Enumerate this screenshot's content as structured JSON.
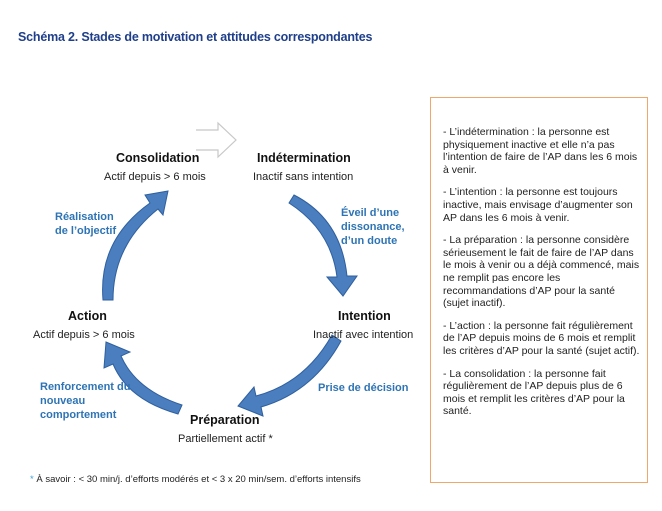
{
  "title": "Schéma 2. Stades de motivation et attitudes correspondantes",
  "stages": {
    "indetermination": {
      "name": "Indétermination",
      "desc": "Inactif sans intention"
    },
    "intention": {
      "name": "Intention",
      "desc": "Inactif avec intention"
    },
    "preparation": {
      "name": "Préparation",
      "desc": "Partiellement actif *"
    },
    "action": {
      "name": "Action",
      "desc": "Actif depuis > 6 mois"
    },
    "consolidation": {
      "name": "Consolidation",
      "desc": "Actif depuis > 6 mois"
    }
  },
  "transitions": {
    "eveil": [
      "Éveil d’une",
      "dissonance,",
      "d’un doute"
    ],
    "decision": [
      "Prise de décision"
    ],
    "renforcement": [
      "Renforcement du",
      "nouveau",
      "comportement"
    ],
    "realisation": [
      "Réalisation",
      "de l’objectif"
    ]
  },
  "footnote": {
    "star": "*",
    "text": " À savoir : < 30 min/j. d’efforts modérés et < 3 x 20 min/sem. d’efforts intensifs"
  },
  "panel": {
    "items": [
      "- L’indétermination : la personne  est physiquement inactive et elle n’a pas l’intention de faire de l’AP dans les 6 mois à venir.",
      "- L’intention : la personne est toujours inactive, mais envisage d’augmenter son AP dans les 6 mois à venir.",
      "- La préparation : la personne considère sérieusement le fait de faire de l’AP dans le mois à venir ou a déjà commencé, mais ne remplit pas encore les recommandations d’AP pour la santé (sujet inactif).",
      "- L’action : la personne fait régulièrement de l’AP depuis moins de 6 mois et remplit les critères d’AP pour la santé (sujet actif).",
      "- La consolidation : la personne fait régulièrement de l’AP depuis plus de 6 mois et remplit les critères d’AP pour la santé."
    ]
  },
  "colors": {
    "arrow": "#4a7ebf",
    "arrow_stroke": "#2f5f9e",
    "title": "#1f3f8a",
    "transition_text": "#2e74b5",
    "panel_border": "#f0a86a",
    "outline_arrow": "#c8c8c8"
  }
}
